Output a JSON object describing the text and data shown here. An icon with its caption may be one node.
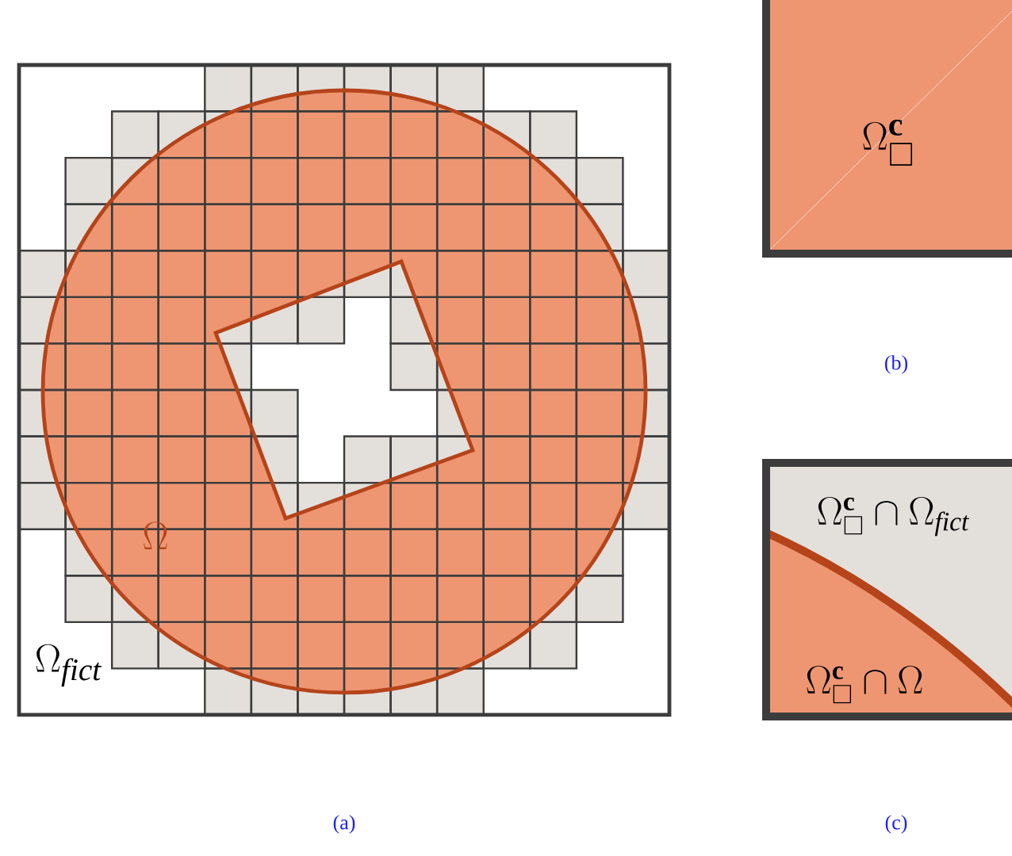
{
  "diagram": {
    "labels": [
      "\\Omega_{\\square}^{\\mathbf{c}}",
      "(b)",
      "\\Omega_{\\square}^{\\mathbf{c}}\\cap\\Omega_{\\mathit{fict}}",
      "\\Omega",
      "\\Omega_{\\square}^{\\mathbf{c}}\\cap\\Omega",
      "\\Omega_{\\mathit{fict}}",
      "(a)",
      "(c)"
    ]
  }
}
